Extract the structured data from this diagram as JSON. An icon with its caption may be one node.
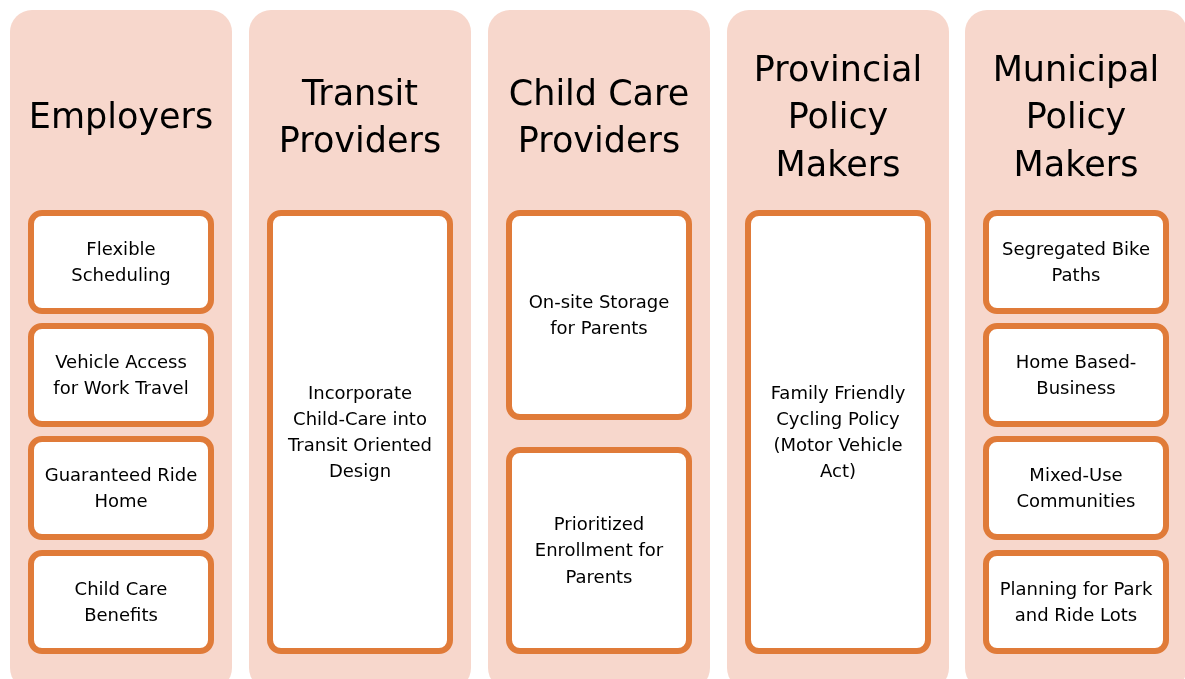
{
  "diagram": {
    "nodes": [
      {
        "text": [
          "Employers"
        ]
      },
      {
        "text": [
          "Flexible Scheduling"
        ],
        "in": 0
      },
      {
        "text": [
          "Vehicle Access for Work Travel"
        ],
        "in": 0
      },
      {
        "text": [
          "Guaranteed Ride Home"
        ],
        "in": 0
      },
      {
        "text": [
          "Child Care Benefits"
        ],
        "in": 0
      },
      {
        "text": [
          "Transit Providers"
        ]
      },
      {
        "text": [
          "Incorporate Child-Care into Transit Oriented Design"
        ],
        "in": 5
      },
      {
        "text": [
          "Child Care Providers"
        ]
      },
      {
        "text": [
          "On-site Storage for Parents"
        ],
        "in": 7
      },
      {
        "text": [
          "Prioritized Enrollment for Parents"
        ],
        "in": 7
      },
      {
        "text": [
          "Provincial Policy Makers"
        ]
      },
      {
        "text": [
          "Family Friendly Cycling Policy (Motor Vehicle Act)"
        ],
        "in": 10
      },
      {
        "text": [
          "Municipal Policy Makers"
        ]
      },
      {
        "text": [
          "Segregated Bike Paths"
        ],
        "in": 12
      },
      {
        "text": [
          "Home Based-Business"
        ],
        "in": 12
      },
      {
        "text": [
          "Mixed-Use Communities"
        ],
        "in": 12
      },
      {
        "text": [
          "Planning for Park and Ride Lots"
        ],
        "in": 12
      }
    ]
  }
}
